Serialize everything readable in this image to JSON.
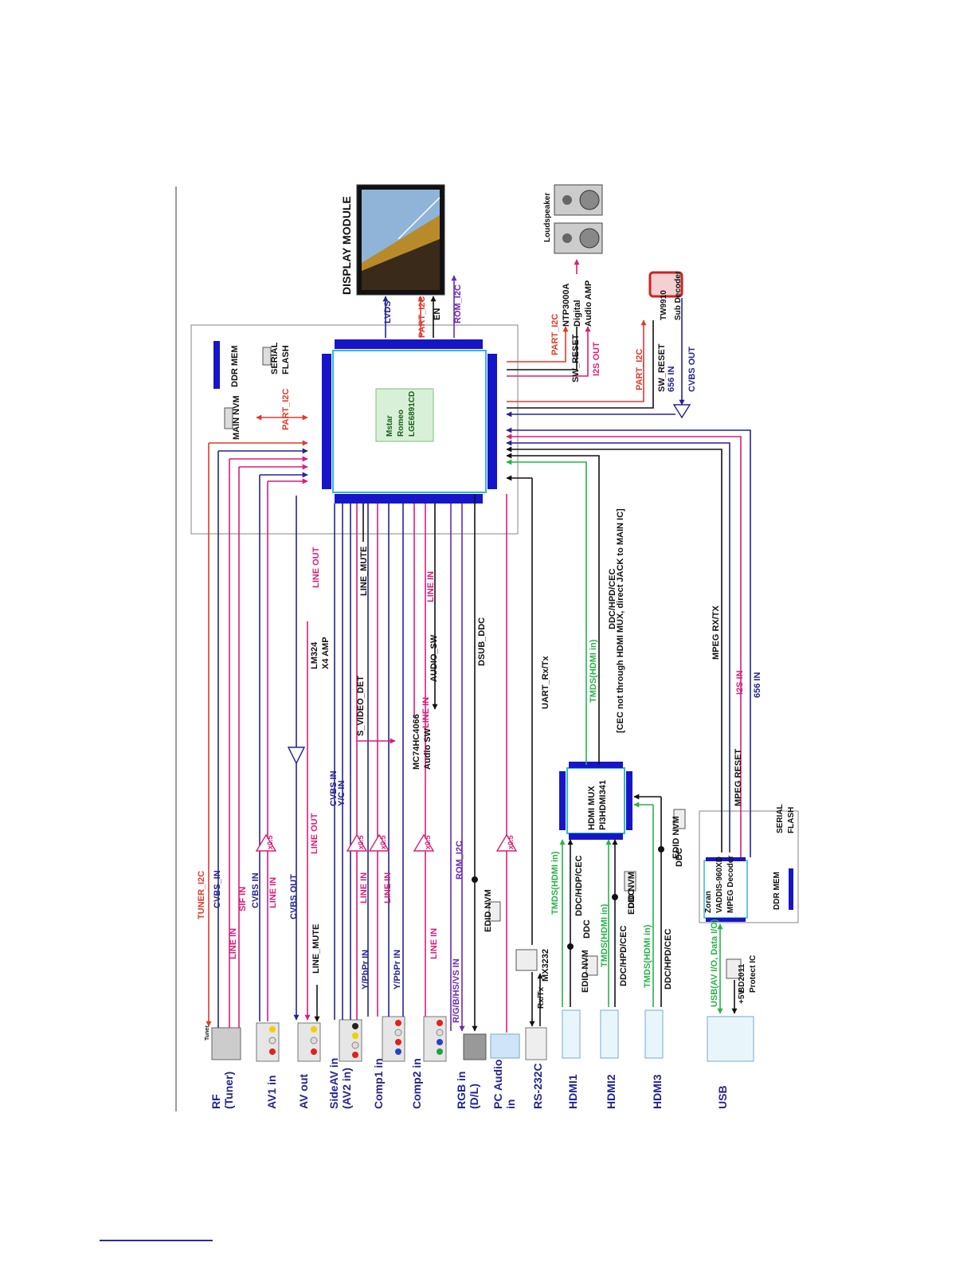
{
  "colors": {
    "navy": "#24248f",
    "red": "#e03a2a",
    "magenta": "#d81e7a",
    "green": "#27b24a",
    "black": "#111111",
    "chip_blue": "#1616c8",
    "cyan": "#34b4e4",
    "purple": "#6a2ab0",
    "frame": "#9a9a9a"
  },
  "display": {
    "title": "DISPLAY MODULE",
    "signals": [
      {
        "text": "LVDS",
        "color": "navy"
      },
      {
        "text": "PART_I2C",
        "color": "red"
      },
      {
        "text": "EN",
        "color": "black"
      },
      {
        "text": "ROM_I2C",
        "color": "purple"
      }
    ]
  },
  "main_chip": {
    "lines": [
      "Mstar",
      "Romeo",
      "LGE6891CD"
    ],
    "top_parts": [
      {
        "text": "DDR MEM",
        "color": "black"
      },
      {
        "text": "SERIAL",
        "color": "black"
      },
      {
        "text": "FLASH",
        "color": "black"
      },
      {
        "text": "MAIN NVM",
        "color": "black"
      },
      {
        "text": "PART_I2C",
        "color": "red"
      }
    ]
  },
  "right_side": {
    "audio_amp": [
      "NTP3000A",
      "Digital",
      "Audio AMP"
    ],
    "loudspeaker": "Loudspeaker",
    "sub_decoder": [
      "TW9910",
      "Sub Decoder"
    ],
    "signals": [
      {
        "text": "PART_I2C",
        "color": "red"
      },
      {
        "text": "SW_RESET",
        "color": "black"
      },
      {
        "text": "I2S OUT",
        "color": "magenta"
      },
      {
        "text": "PART_I2C",
        "color": "red"
      },
      {
        "text": "SW_RESET",
        "color": "black"
      },
      {
        "text": "656 IN",
        "color": "navy"
      },
      {
        "text": "CVBS OUT",
        "color": "navy"
      }
    ]
  },
  "middle_labels": [
    {
      "text": "LINE OUT",
      "color": "magenta"
    },
    {
      "text": "LINE_MUTE",
      "color": "black"
    },
    {
      "text": "LINE IN",
      "color": "magenta"
    },
    {
      "text": "AUDIO_SW",
      "color": "black"
    },
    {
      "text": "DSUB_DDC",
      "color": "black"
    },
    {
      "text": "UART_Rx/Tx",
      "color": "black"
    },
    {
      "text": "TMDS(HDMI in)",
      "color": "green"
    },
    {
      "text": "DDC/HPD/CEC",
      "color": "black"
    },
    {
      "text": "[CEC not through HDMI MUX, direct JACK to MAIN IC]",
      "color": "black"
    },
    {
      "text": "MPEG RX/TX",
      "color": "black"
    },
    {
      "text": "I2S IN",
      "color": "magenta"
    },
    {
      "text": "656 IN",
      "color": "navy"
    },
    {
      "text": "S_VIDEO_DET",
      "color": "black"
    },
    {
      "text": "LINE IN",
      "color": "magenta"
    },
    {
      "text": "CVBS IN",
      "color": "navy"
    },
    {
      "text": "Y/C IN",
      "color": "navy"
    },
    {
      "text": "LINE OUT",
      "color": "magenta"
    },
    {
      "text": "MPEG RESET",
      "color": "black"
    }
  ],
  "chips": {
    "amp": [
      "LM324",
      "X4 AMP"
    ],
    "audio_switch": [
      "MC74HC4066",
      "Audio SW"
    ],
    "hdmi_mux": [
      "HDMI MUX",
      "PI3HDMI341"
    ],
    "mpeg": [
      "Zoran",
      "VADDIS-960XD",
      "MPEG Decoder"
    ],
    "mpeg_mem": [
      "DDR MEM",
      "SERIAL",
      "FLASH"
    ],
    "mx3232": "MX3232",
    "rxtx": "Rx/Tx",
    "usb_protect": [
      "BD2011",
      "Protect IC"
    ],
    "plus5v": "+5V"
  },
  "lower_labels": [
    {
      "text": "TUNER_I2C",
      "color": "red"
    },
    {
      "text": "CVBS_IN",
      "color": "navy"
    },
    {
      "text": "LINE IN",
      "color": "magenta"
    },
    {
      "text": "SIF IN",
      "color": "magenta"
    },
    {
      "text": "CVBS IN",
      "color": "navy"
    },
    {
      "text": "LINE IN",
      "color": "magenta"
    },
    {
      "text": "CVBS OUT",
      "color": "navy"
    },
    {
      "text": "LINE_MUTE",
      "color": "black"
    },
    {
      "text": "LINE IN",
      "color": "magenta"
    },
    {
      "text": "Y/PbPr IN",
      "color": "navy"
    },
    {
      "text": "LINE IN",
      "color": "magenta"
    },
    {
      "text": "Y/PbPr IN",
      "color": "navy"
    },
    {
      "text": "LINE IN",
      "color": "magenta"
    },
    {
      "text": "ROM_I2C",
      "color": "purple"
    },
    {
      "text": "R/G/B/HS/VS IN",
      "color": "purple"
    },
    {
      "text": "EDID NVM",
      "color": "black"
    },
    {
      "text": "TMDS(HDMI in)",
      "color": "green"
    },
    {
      "text": "DDC/HDP/CEC",
      "color": "black"
    },
    {
      "text": "EDID NVM",
      "color": "black"
    },
    {
      "text": "DDC",
      "color": "black"
    },
    {
      "text": "TMDS(HDMI in)",
      "color": "green"
    },
    {
      "text": "DDC/HPD/CEC",
      "color": "black"
    },
    {
      "text": "EDID NVM",
      "color": "black"
    },
    {
      "text": "DDC",
      "color": "black"
    },
    {
      "text": "TMDS(HDMI in)",
      "color": "green"
    },
    {
      "text": "DDC/HPD/CEC",
      "color": "black"
    },
    {
      "text": "EDID NVM",
      "color": "black"
    },
    {
      "text": "DDC",
      "color": "black"
    },
    {
      "text": "USB(AV I/O, Data I/O)",
      "color": "green"
    }
  ],
  "buffer_label": "x0.5",
  "tuner_tag": "Tuner",
  "inputs": [
    {
      "lines": [
        "RF",
        "(Tuner)"
      ]
    },
    {
      "lines": [
        "AV1 in"
      ]
    },
    {
      "lines": [
        "AV out"
      ]
    },
    {
      "lines": [
        "SideAV in",
        "(AV2 in)"
      ]
    },
    {
      "lines": [
        "Comp1 in"
      ]
    },
    {
      "lines": [
        "Comp2 in"
      ]
    },
    {
      "lines": [
        "RGB in",
        "(D/L)"
      ]
    },
    {
      "lines": [
        "PC Audio",
        "in"
      ]
    },
    {
      "lines": [
        "RS-232C"
      ]
    },
    {
      "lines": [
        "HDMI1"
      ]
    },
    {
      "lines": [
        "HDMI2"
      ]
    },
    {
      "lines": [
        "HDMI3"
      ]
    },
    {
      "lines": [
        "USB"
      ]
    }
  ]
}
